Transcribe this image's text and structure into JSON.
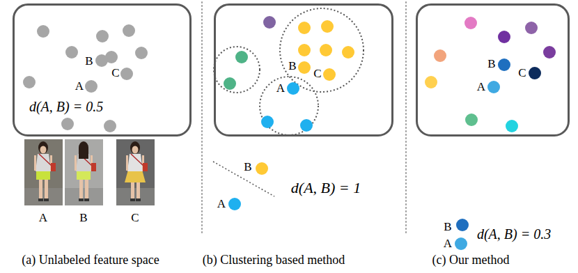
{
  "diagram": {
    "nodes": [
      {
        "text": [
          "B",
          "C",
          "A",
          "d(A, B) = 0.5"
        ]
      },
      {
        "text": [
          "B",
          "C",
          "A"
        ]
      },
      {
        "text": [
          "B",
          "C",
          "A"
        ]
      }
    ],
    "labels": [
      "B",
      "d(A, B) = 1",
      "A",
      "A",
      "B",
      "C",
      "B",
      "d(A, B) = 0.3",
      "A",
      "(a) Unlabeled feature space",
      "(b) Clustering based method",
      "(c) Our method"
    ]
  }
}
